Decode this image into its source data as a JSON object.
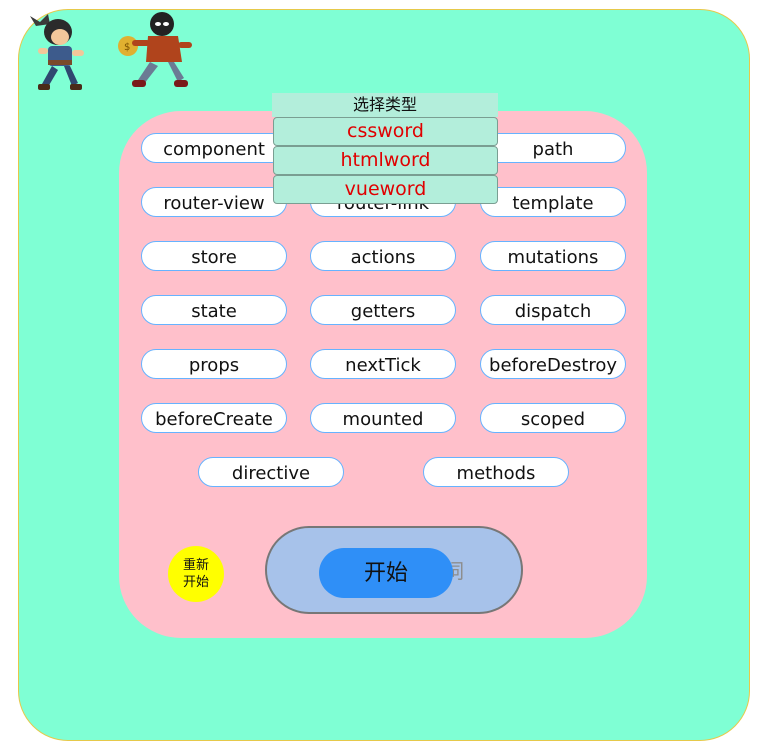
{
  "dropdown": {
    "title": "选择类型",
    "options": [
      "cssword",
      "htmlword",
      "vueword"
    ]
  },
  "words": [
    "component",
    "",
    "path",
    "router-view",
    "router-link",
    "template",
    "store",
    "actions",
    "mutations",
    "state",
    "getters",
    "dispatch",
    "props",
    "nextTick",
    "beforeDestroy",
    "beforeCreate",
    "mounted",
    "scoped",
    "directive",
    "methods"
  ],
  "restart_label": "重新\n开始",
  "input_placeholder": "输入上面的单词",
  "start_label": "开始",
  "colors": {
    "background": "#7fffd4",
    "panel": "#ffc0cb",
    "restart": "#ffff00",
    "start": "#2f8ff7",
    "option_text": "#e00000"
  },
  "sprites": [
    "girl-runner-sprite",
    "thief-with-moneybag-sprite"
  ]
}
